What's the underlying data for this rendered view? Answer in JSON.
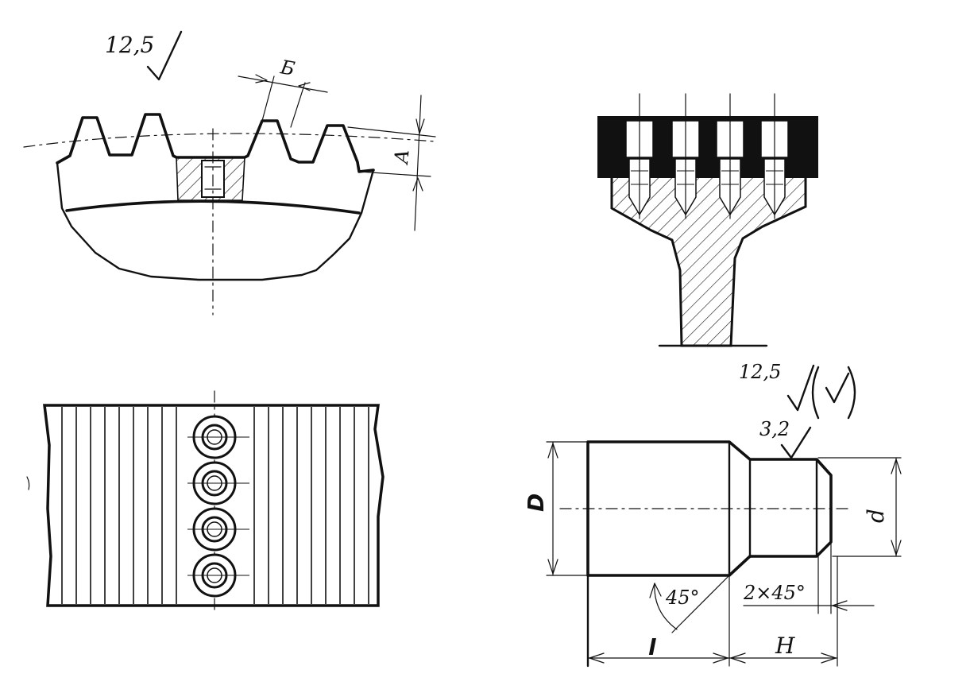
{
  "fig_gear": {
    "roughness_value": "12,5",
    "dim_width_label": "Б",
    "dim_depth_label": "A"
  },
  "fig_pin": {
    "roughness_value_main": "12,5",
    "roughness_value_shank": "3,2",
    "label_D": "D",
    "label_d": "d",
    "label_l": "l",
    "label_H": "H",
    "chamfer_angle": "45°",
    "chamfer_spec": "2×45°"
  }
}
